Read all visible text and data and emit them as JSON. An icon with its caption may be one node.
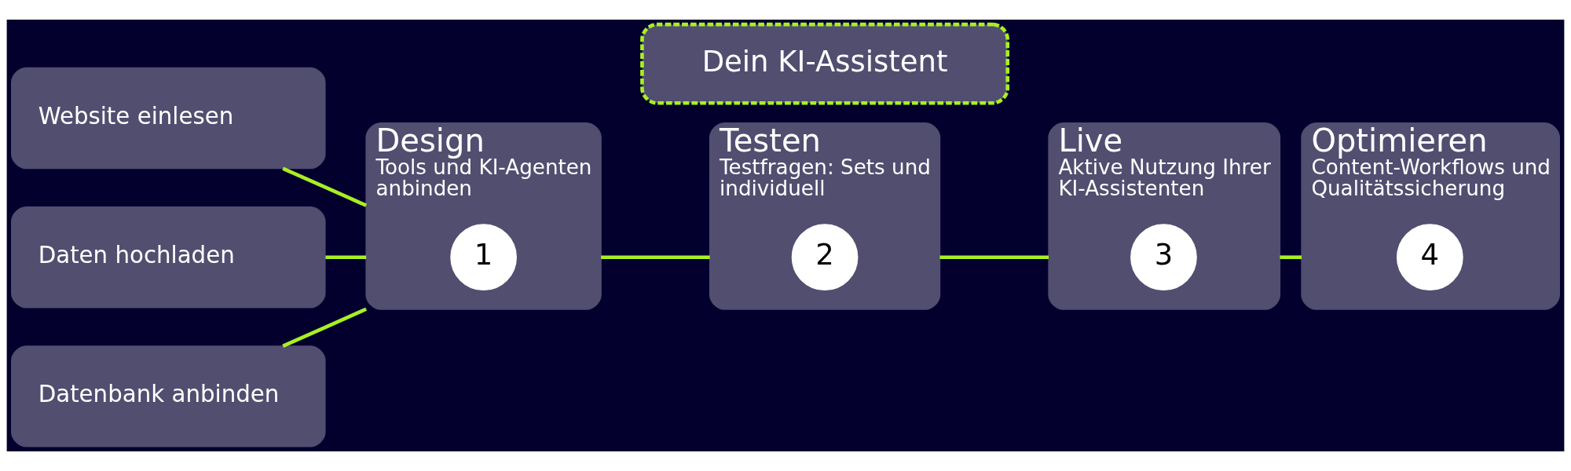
{
  "diagram": {
    "nodes": [
      {
        "text": [
          "Website einlesen"
        ]
      },
      {
        "text": [
          "Daten hochladen"
        ]
      },
      {
        "text": [
          "Datenbank anbinden"
        ]
      },
      {
        "text": [
          "Dein KI-Assistent"
        ]
      },
      {
        "text": [
          "Design",
          "Tools und KI-Agenten anbinden"
        ]
      },
      {
        "text": [
          "1"
        ],
        "in": 4
      },
      {
        "text": [
          "Testen",
          "Testfragen: Sets und individuell"
        ]
      },
      {
        "text": [
          "2"
        ],
        "in": 6
      },
      {
        "text": [
          "Live",
          "Aktive Nutzung Ihrer KI-Assistenten"
        ]
      },
      {
        "text": [
          "3"
        ],
        "in": 8
      },
      {
        "text": [
          "Optimieren",
          "Content-Workflows und Qualitätssicherung"
        ]
      },
      {
        "text": [
          "4"
        ],
        "in": 10
      }
    ],
    "edges": [
      {
        "from": 0,
        "to": 4,
        "arrow": "none"
      },
      {
        "from": 1,
        "to": 4,
        "arrow": "none"
      },
      {
        "from": 2,
        "to": 4,
        "arrow": "none"
      },
      {
        "from": 4,
        "to": 6,
        "arrow": "none"
      },
      {
        "from": 6,
        "to": 8,
        "arrow": "none"
      },
      {
        "from": 8,
        "to": 10,
        "arrow": "none"
      }
    ]
  }
}
